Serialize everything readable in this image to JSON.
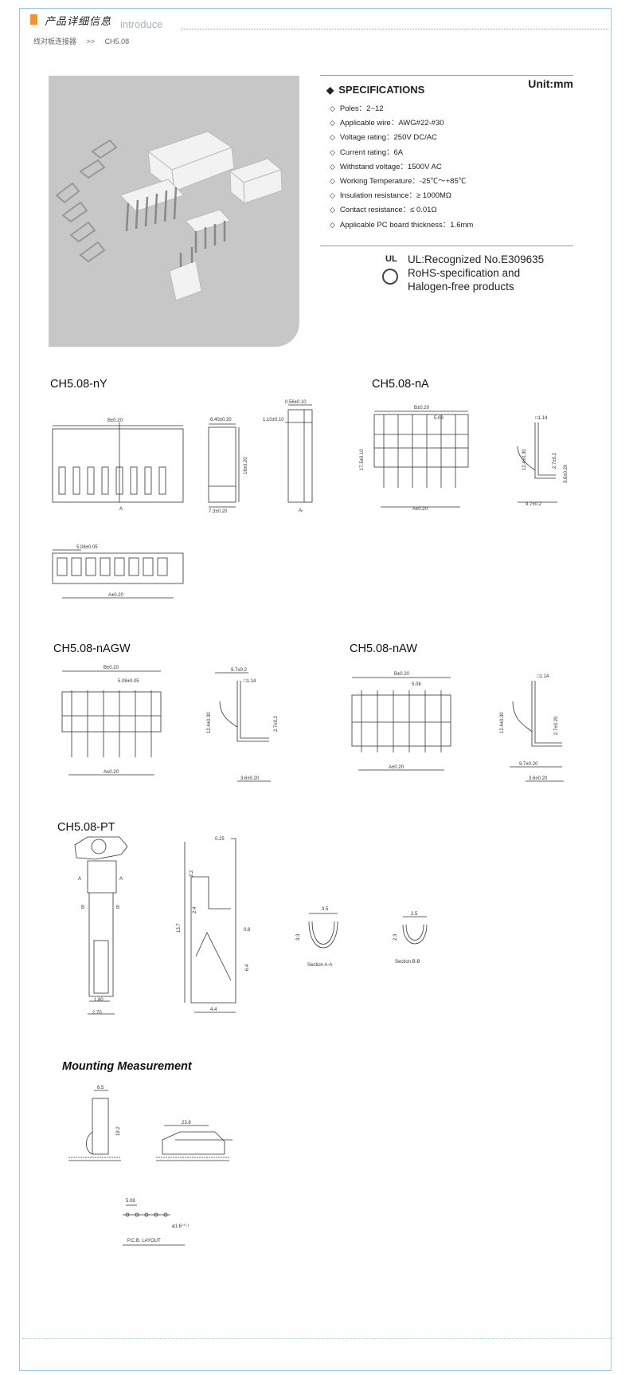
{
  "header": {
    "title_cn": "产品详细信息",
    "title_en": "introduce"
  },
  "breadcrumb": {
    "category": "线对板连接器",
    "sep": ">>",
    "current": "CH5.08"
  },
  "specs": {
    "title": "SPECIFICATIONS",
    "unit": "Unit:mm",
    "items": [
      "Poles：2~12",
      "Applicable wire：AWG#22-#30",
      "Voltage rating：250V DC/AC",
      "Current rating：6A",
      "Withstand voltage：1500V AC",
      "Working Temperature：-25℃～+85℃",
      "Insulation resistance：≥ 1000MΩ",
      "Contact resistance：≤ 0.01Ω",
      "Applicable PC board thickness：1.6mm"
    ]
  },
  "cert": {
    "ul_mark": "UL",
    "ul": "UL:Recognized No.E309635",
    "rohs1": "RoHS-specification and",
    "rohs2": "Halogen-free products"
  },
  "drawings": {
    "ny": {
      "title": "CH5.08-nY",
      "dims": [
        "B±0.20",
        "6.40±0.20",
        "0.56±0.10",
        "1.10±0.10",
        "16±0.20",
        "7.3±0.20",
        "A",
        "A-",
        "5.08±0.05",
        "A±0.20"
      ]
    },
    "na": {
      "title": "CH5.08-nA",
      "dims": [
        "B±0.20",
        "5.08",
        "17.5±0.10",
        "A±0.20",
        "□1.14",
        "12.4±0.30",
        "2.7±0.2",
        "3.6±0.20",
        "9.7±0.2"
      ]
    },
    "nagw": {
      "title": "CH5.08-nAGW",
      "dims": [
        "B±0.20",
        "5.08±0.05",
        "A±0.20",
        "9.7±0.2",
        "□1.14",
        "12.4±0.30",
        "2.7±0.2",
        "3.6±0.20"
      ]
    },
    "naw": {
      "title": "CH5.08-nAW",
      "dims": [
        "B±0.20",
        "5.08",
        "A±0.20",
        "□1.14",
        "12.4±0.30",
        "2.7±0.20",
        "9.7±0.20",
        "3.6±0.20"
      ]
    },
    "pt": {
      "title": "CH5.08-PT",
      "dims": [
        "A",
        "A",
        "B",
        "B",
        "1.80",
        "2.70",
        "0.25",
        "2.2",
        "2.4",
        "13.7",
        "0.8",
        "6.4",
        "4.4",
        "3.5",
        "3.3",
        "Section A-A",
        "2.5",
        "2.3",
        "Section B-B"
      ]
    },
    "mount": {
      "title": "Mounting Measurement",
      "dims": [
        "6.5",
        "19.2",
        "23.8",
        "5.08",
        "P.C.B. LAYOUT",
        "ø1.6⁺⁰·¹"
      ]
    }
  }
}
